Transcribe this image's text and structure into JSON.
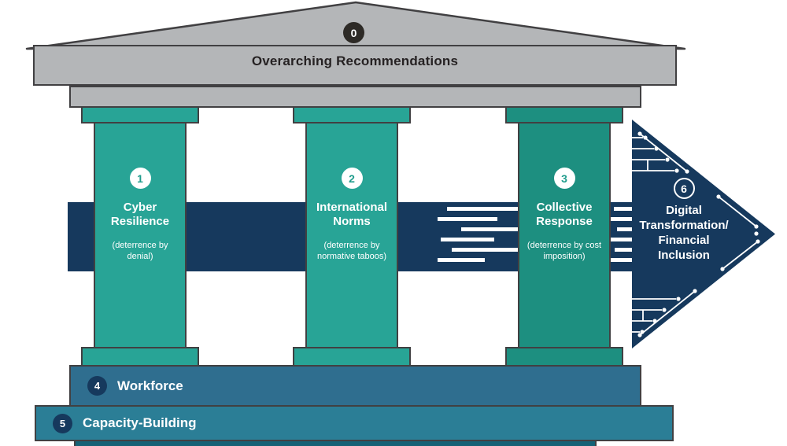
{
  "pediment": {
    "number": "0",
    "label": "Overarching Recommendations"
  },
  "pillars": [
    {
      "number": "1",
      "title": "Cyber Resilience",
      "subtitle": "(deterrence by denial)"
    },
    {
      "number": "2",
      "title": "International Norms",
      "subtitle": "(deterrence by normative taboos)"
    },
    {
      "number": "3",
      "title": "Collective Response",
      "subtitle": "(deterrence by cost imposition)"
    }
  ],
  "arrow": {
    "number": "6",
    "label": "Digital Transformation/ Financial Inclusion"
  },
  "steps": [
    {
      "number": "4",
      "label": "Workforce"
    },
    {
      "number": "5",
      "label": "Capacity-Building"
    }
  ],
  "colors": {
    "pillar_teal": "#28a496",
    "pillar_teal_dark": "#1d8f80",
    "navy": "#16395d",
    "pediment_gray": "#b4b6b8",
    "outline": "#414042",
    "workforce_blue": "#2f6e8f",
    "capacity_blue": "#2b7e96",
    "foundation_teal": "#156276",
    "badge_dark": "#2d2a26"
  }
}
